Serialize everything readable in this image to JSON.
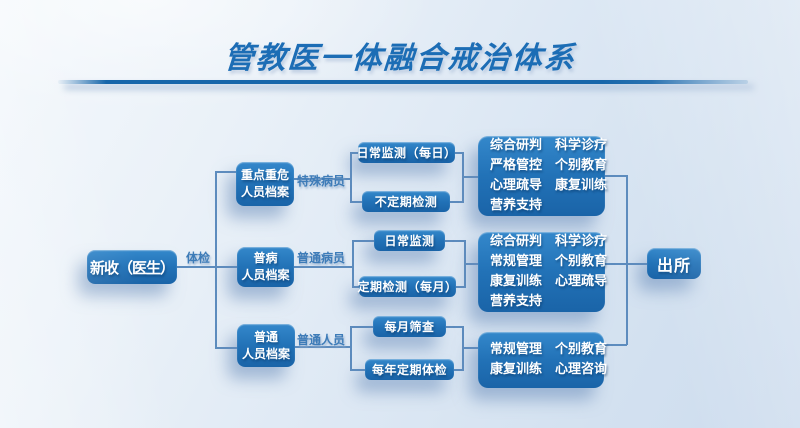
{
  "title": {
    "text": "管教医一体融合戒治体系"
  },
  "flow": {
    "start": {
      "label": "新收（医生）"
    },
    "intake_label": "体检",
    "archives": [
      {
        "line1": "重点重危",
        "line2": "人员档案",
        "edge_label": "特殊病员"
      },
      {
        "line1": "普病",
        "line2": "人员档案",
        "edge_label": "普通病员"
      },
      {
        "line1": "普通",
        "line2": "人员档案",
        "edge_label": "普通人员"
      }
    ],
    "monitoring": [
      {
        "label": "日常监测（每日）"
      },
      {
        "label": "不定期检测"
      },
      {
        "label": "日常监测"
      },
      {
        "label": "定期检测（每月）"
      },
      {
        "label": "每月筛查"
      },
      {
        "label": "每年定期体检"
      }
    ],
    "treatment": [
      {
        "lines": [
          "综合研判　科学诊疗",
          "严格管控　个别教育",
          "心理疏导　康复训练",
          "营养支持"
        ]
      },
      {
        "lines": [
          "综合研判　科学诊疗",
          "常规管理　个别教育",
          "康复训练　心理疏导",
          "营养支持"
        ]
      },
      {
        "lines": [
          "常规管理　个别教育",
          "康复训练　心理咨询"
        ]
      }
    ],
    "exit": {
      "label": "出所"
    }
  },
  "colors": {
    "title_blue": "#1c6db5",
    "rule_blue": "#1766aa",
    "node_fill_top": "#3488cb",
    "node_fill_bottom": "#1a64a8",
    "connector_blue": "#5d8cbe",
    "edge_label_blue": "#3e7cb8",
    "background_light": "#eaf1f8",
    "background_deep": "#cddcee"
  }
}
